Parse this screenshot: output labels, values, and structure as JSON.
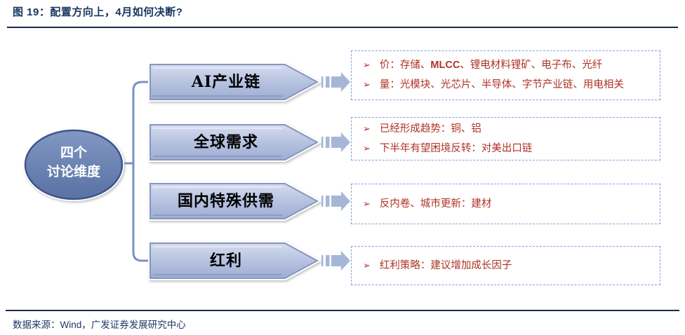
{
  "header": {
    "title": "图 19：配置方向上，4月如何决断?"
  },
  "footer": {
    "source": "数据来源：Wind，广发证券发展研究中心"
  },
  "hub": {
    "line1": "四个",
    "line2": "讨论维度"
  },
  "bullet_icon": "➢",
  "rows": [
    {
      "label": "AI产业链",
      "bullets": [
        {
          "segments": [
            {
              "text": "价：存储、"
            },
            {
              "text": "MLCC",
              "bold": true
            },
            {
              "text": "、锂电材料锂矿、电子布、光纤"
            }
          ]
        },
        {
          "segments": [
            {
              "text": "量：光模块、光芯片、半导体、字节产业链、用电相关"
            }
          ]
        }
      ]
    },
    {
      "label": "全球需求",
      "bullets": [
        {
          "segments": [
            {
              "text": "已经形成趋势：铜、铝"
            }
          ]
        },
        {
          "segments": [
            {
              "text": "下半年有望困境反转：对美出口链"
            }
          ]
        }
      ]
    },
    {
      "label": "国内特殊供需",
      "bullets": [
        {
          "segments": [
            {
              "text": "反内卷、城市更新：建材"
            }
          ]
        }
      ]
    },
    {
      "label": "红利",
      "bullets": [
        {
          "segments": [
            {
              "text": "红利策略：建议增加成长因子"
            }
          ]
        }
      ]
    }
  ],
  "colors": {
    "title_navy": "#17365d",
    "rule_navy": "#1b2a4a",
    "bullet_red": "#ae3326",
    "dashed_border_blue": "#7ea2d8",
    "pentagon_fill_top": "#d3dbed",
    "pentagon_fill_bottom": "#9dadd2",
    "pentagon_border": "#8795bf",
    "ellipse_fill": "#6d84b4",
    "ellipse_border": "#3d5488",
    "connector_blue": "#7b90c4",
    "flow_arrow_blue": "#a7b6d6"
  }
}
